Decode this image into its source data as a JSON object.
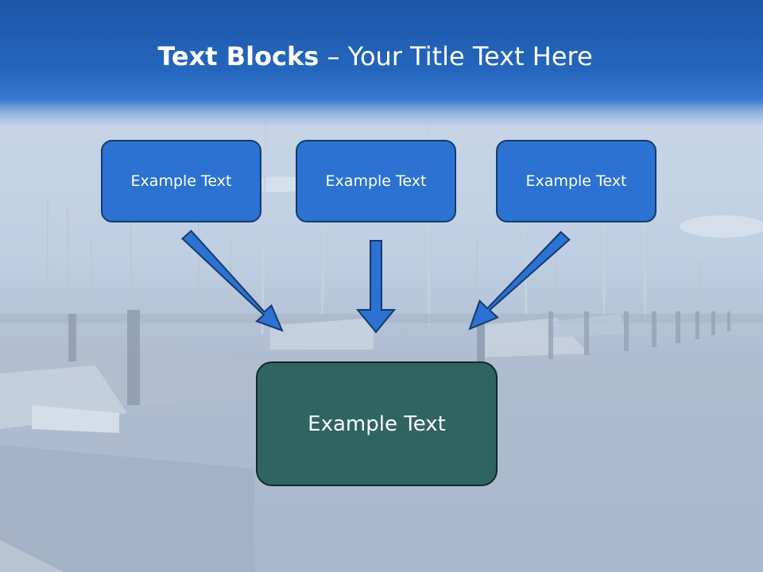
{
  "slide": {
    "title_bold": "Text Blocks",
    "title_dash": " – ",
    "title_rest": "Your Title Text Here"
  },
  "blocks": {
    "top_left": "Example Text",
    "top_center": "Example Text",
    "top_right": "Example Text",
    "bottom": "Example Text"
  },
  "colors": {
    "header": "#2466bd",
    "top_box_fill": "#2b72d2",
    "top_box_border": "#163a6b",
    "bottom_box_fill": "#2f6463",
    "arrow_fill": "#2b72d2"
  },
  "background": "marina-photo-washed-blue"
}
